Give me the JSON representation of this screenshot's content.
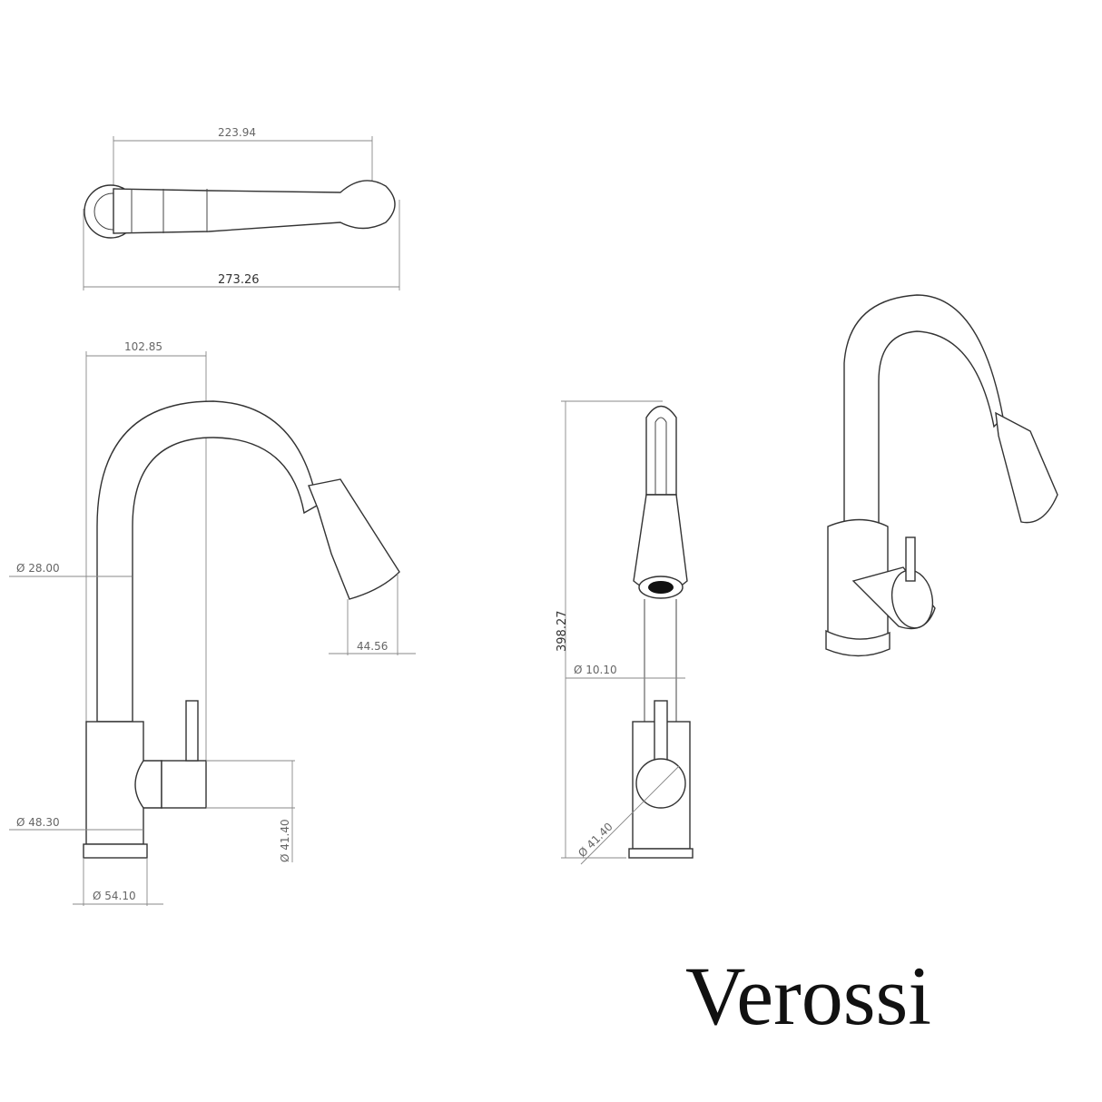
{
  "brand": {
    "name": "Verossi"
  },
  "top_view": {
    "dim_arm_length": "223.94",
    "dim_overall_length": "273.26"
  },
  "side_view": {
    "dim_reach": "102.85",
    "dim_spout_diameter": "Ø 28.00",
    "dim_body_diameter": "Ø 48.30",
    "dim_base_diameter": "Ø 54.10",
    "dim_handle_diameter": "Ø 41.40",
    "dim_head_width": "44.56"
  },
  "front_view": {
    "dim_height": "398.27",
    "dim_lever_diameter": "Ø 10.10",
    "dim_handle_diameter": "Ø 41.40"
  },
  "colors": {
    "line": "#333333",
    "dimension": "#888888",
    "brand": "#111111"
  }
}
